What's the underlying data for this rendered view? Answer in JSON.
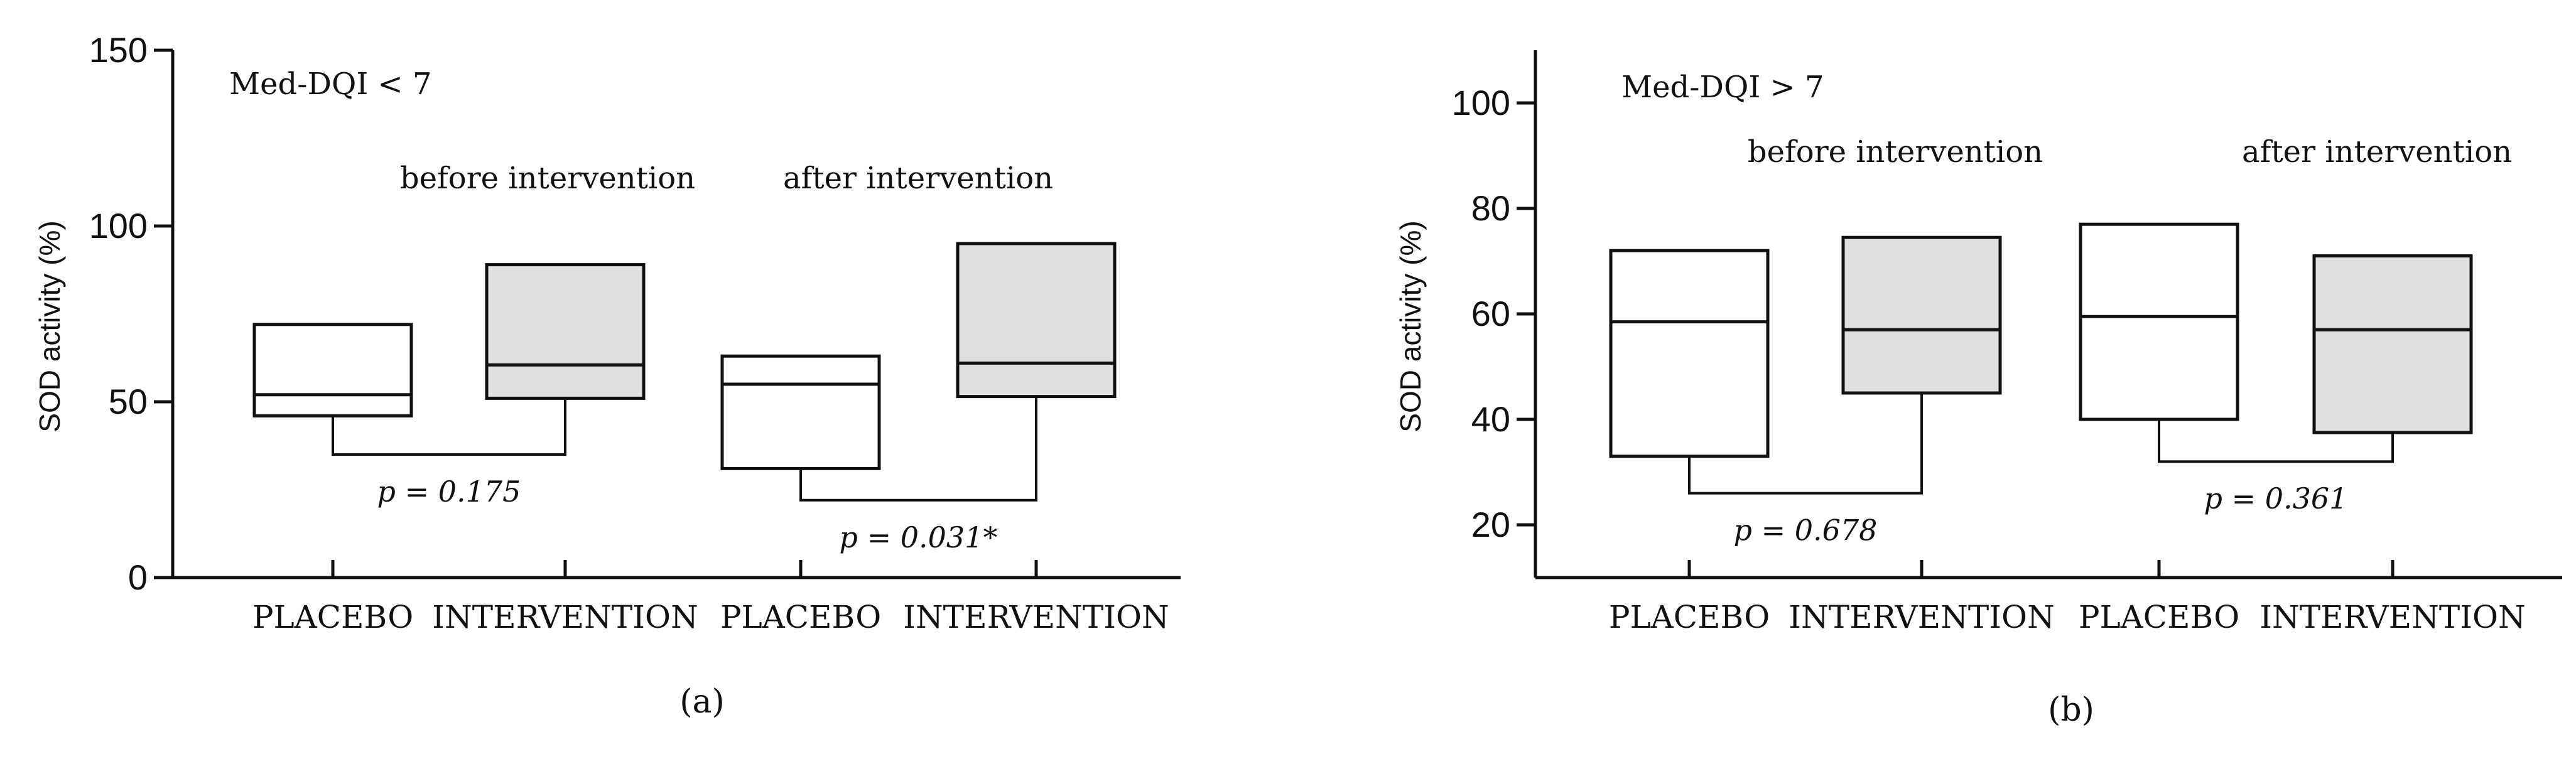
{
  "colors": {
    "placebo_fill": "#ffffff",
    "intervention_fill": "#e0e0e0",
    "stroke": "#111111"
  },
  "chart_data": [
    {
      "type": "box",
      "panel_label": "(a)",
      "ylabel": "SOD activity (%)",
      "ylim": [
        0,
        150
      ],
      "yticks": [
        0,
        50,
        100,
        150
      ],
      "annotation": "Med-DQI < 7",
      "groups": [
        "before intervention",
        "after intervention"
      ],
      "categories": [
        "PLACEBO",
        "INTERVENTION",
        "PLACEBO",
        "INTERVENTION"
      ],
      "boxes": [
        {
          "group": 0,
          "kind": "placebo",
          "q1": 46,
          "median": 52,
          "q3": 72
        },
        {
          "group": 0,
          "kind": "intervention",
          "q1": 51,
          "median": 60.5,
          "q3": 89
        },
        {
          "group": 1,
          "kind": "placebo",
          "q1": 31,
          "median": 55,
          "q3": 63
        },
        {
          "group": 1,
          "kind": "intervention",
          "q1": 51.5,
          "median": 61,
          "q3": 95
        }
      ],
      "comparisons": [
        {
          "from": 0,
          "to": 1,
          "label": "p = 0.175",
          "level": 35
        },
        {
          "from": 2,
          "to": 3,
          "label": "p = 0.031*",
          "level": 22
        }
      ]
    },
    {
      "type": "box",
      "panel_label": "(b)",
      "ylabel": "SOD activity (%)",
      "ylim": [
        10,
        110
      ],
      "yticks": [
        20,
        40,
        60,
        80,
        100
      ],
      "annotation": "Med-DQI > 7",
      "groups": [
        "before intervention",
        "after intervention"
      ],
      "categories": [
        "PLACEBO",
        "INTERVENTION",
        "PLACEBO",
        "INTERVENTION"
      ],
      "boxes": [
        {
          "group": 0,
          "kind": "placebo",
          "q1": 33,
          "median": 58.5,
          "q3": 72
        },
        {
          "group": 0,
          "kind": "intervention",
          "q1": 45,
          "median": 57,
          "q3": 74.5
        },
        {
          "group": 1,
          "kind": "placebo",
          "q1": 40,
          "median": 59.5,
          "q3": 77
        },
        {
          "group": 1,
          "kind": "intervention",
          "q1": 37.5,
          "median": 57,
          "q3": 71
        }
      ],
      "comparisons": [
        {
          "from": 0,
          "to": 1,
          "label": "p = 0.678",
          "level": 26
        },
        {
          "from": 2,
          "to": 3,
          "label": "p = 0.361",
          "level": 32
        }
      ]
    }
  ]
}
